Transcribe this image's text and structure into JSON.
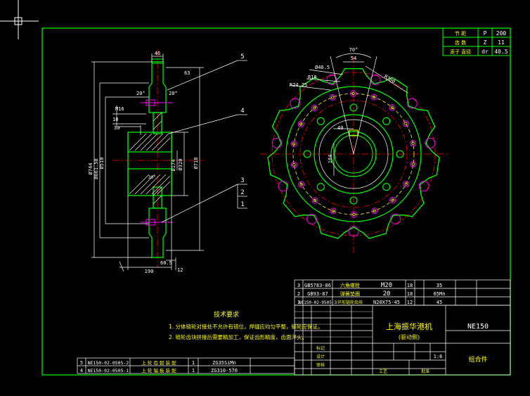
{
  "colors": {
    "background": "#000000",
    "frame": "#00ff00",
    "part": "#00ff00",
    "dimension": "#ffffff",
    "centerline": "#ff0000",
    "hidden": "#ffff00",
    "text_yellow": "#ffff00",
    "bolt_magenta": "#ff00ff",
    "hatch": "#ffffff"
  },
  "param_table": [
    [
      "节 距",
      "P",
      "200"
    ],
    [
      "齿 数",
      "Z",
      "11"
    ],
    [
      "滚子 直径",
      "dr",
      "40.5"
    ]
  ],
  "side_view": {
    "dims": {
      "d46": "46",
      "d63": "63",
      "a20_left": "20°",
      "a20_right": "20°",
      "m16": "M16",
      "d10": "10",
      "d30": "30",
      "d744": "Ø744",
      "d6615": "Ø661.58",
      "d510": "Ø510",
      "d174": "Ø174",
      "d320": "Ø320",
      "d718": "Ø718",
      "a30": "30°",
      "d190": "190",
      "d605": "60.5",
      "d12": "12"
    },
    "balloons": [
      "5",
      "4",
      "3",
      "2",
      "1"
    ]
  },
  "front_view": {
    "dims": {
      "a70": "70°",
      "d54": "54",
      "r300": "R300",
      "d465": "Ø46.5",
      "r18": "R18",
      "r2425": "R24.25",
      "d40": "40",
      "d184": "184"
    }
  },
  "bom": [
    [
      "3",
      "GB5783-86",
      "六角螺栓",
      "M20",
      "18",
      "",
      "35",
      ""
    ],
    [
      "2",
      "GB93-87",
      "弹簧垫圈",
      "20",
      "18",
      "",
      "65Mn",
      ""
    ],
    [
      "1",
      "NE150-02-0505-3",
      "环形链轮齿块",
      "N20X75-45",
      "12",
      "",
      "45",
      ""
    ]
  ],
  "tech": {
    "title": "技术要求",
    "line1": "1. 分体链轮对接处不允许有错位，焊缝应均匀平整，链轮应保证。",
    "line2": "2. 链轮齿块拼接后需要精加工，保证齿形精度，齿面淬火。"
  },
  "title_block": {
    "company": "上海振华港机",
    "subtitle": "(驱动侧)",
    "drawing_no": "NE150",
    "assembly": "组合件",
    "scale": "1:6",
    "left_labels": [
      "标记",
      "设计",
      "审核",
      "工艺",
      "批准"
    ]
  },
  "lower_bom": [
    [
      "5",
      "NE150-02-0505-2",
      "上 轮 齿 毂 装 配",
      "1",
      "ZG35SiMn"
    ],
    [
      "4",
      "NE150-02-0505-1",
      "上 轮 辐 板 装 配",
      "1",
      "ZG310-570"
    ]
  ]
}
